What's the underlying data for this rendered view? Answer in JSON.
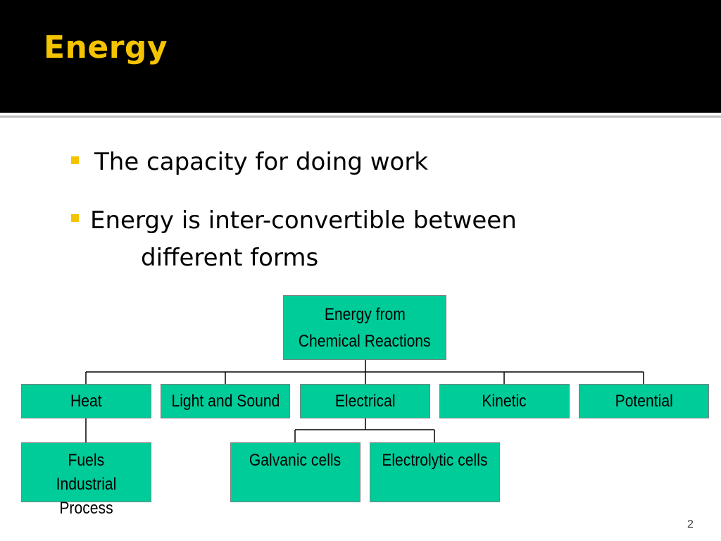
{
  "slide": {
    "title": "Energy",
    "bullets": [
      "The capacity for doing work",
      "Energy is inter-convertible between",
      "different forms"
    ],
    "page_number": "2"
  },
  "diagram": {
    "root": [
      "Energy from",
      "Chemical Reactions"
    ],
    "forms": {
      "heat": "Heat",
      "light_and_sound": "Light and Sound",
      "electrical": "Electrical",
      "kinetic": "Kinetic",
      "potential": "Potential"
    },
    "heat_children": [
      "Fuels",
      "Industrial Process"
    ],
    "electrical_children": {
      "galvanic": "Galvanic cells",
      "electrolytic": "Electrolytic cells"
    }
  },
  "colors": {
    "title_bar": "#000000",
    "title_text": "#f5c400",
    "bullet_marker": "#f5c400",
    "node_fill": "#00cc99",
    "node_border": "#808080",
    "connector": "#000000"
  }
}
